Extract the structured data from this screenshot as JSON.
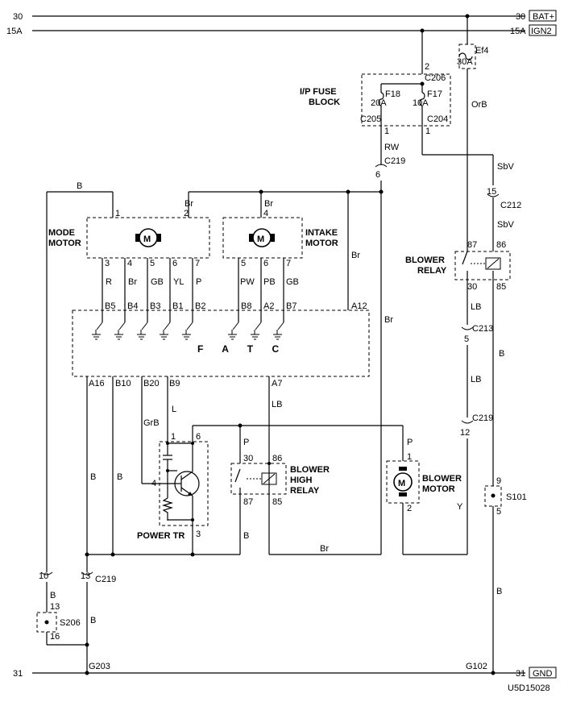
{
  "rails": {
    "top_30_left": "30",
    "top_30_right": "30",
    "bat": "BAT+",
    "top_15a_left": "15A",
    "top_15a_right": "15A",
    "ign": "IGN2",
    "bottom_31_left": "31",
    "bottom_31_right": "31",
    "gnd": "GND"
  },
  "fuses": {
    "ef4_label": "Ef4",
    "ef4_rating": "30A",
    "f18_label": "F18",
    "f18_rating": "20A",
    "f17_label": "F17",
    "f17_rating": "10A",
    "block_line1": "I/P FUSE",
    "block_line2": "BLOCK"
  },
  "connectors": {
    "c206": "C206",
    "c206_pin": "2",
    "c205": "C205",
    "c205_pin": "1",
    "c204": "C204",
    "c204_pin": "1",
    "c219a": "C219",
    "c219a_pin": "6",
    "c212": "C212",
    "c212_pin": "15",
    "c213": "C213",
    "c213_pin": "5",
    "c219b": "C219",
    "c219b_pin": "12",
    "c219c": "C219",
    "c219c_pin10": "10",
    "c219c_pin13": "13",
    "s206": "S206",
    "s206_pin13": "13",
    "s206_pin16": "16",
    "s101": "S101",
    "s101_pin9": "9",
    "s101_pin5": "5",
    "g203": "G203",
    "g102": "G102"
  },
  "wire_colors": {
    "orb": "OrB",
    "rw": "RW",
    "sbv1": "SbV",
    "sbv2": "SbV",
    "b_top": "B",
    "br_top1": "Br",
    "br_top2": "Br",
    "br_a12": "Br",
    "br_right": "Br",
    "lb1": "LB",
    "lb2": "LB",
    "b_relay": "B",
    "y": "Y",
    "b_s101": "B",
    "l": "L",
    "grb": "GrB",
    "lb_a7": "LB",
    "p1": "P",
    "p2": "P",
    "b_left1": "B",
    "b_left2": "B",
    "b_tr": "B",
    "br_bottom": "Br",
    "b_s206": "B"
  },
  "mode_motor": {
    "label1": "MODE",
    "label2": "MOTOR",
    "pin1": "1",
    "pin2": "2",
    "pins": [
      "3",
      "4",
      "5",
      "6",
      "7"
    ],
    "wires": [
      "R",
      "Br",
      "GB",
      "YL",
      "P"
    ]
  },
  "intake_motor": {
    "label1": "INTAKE",
    "label2": "MOTOR",
    "pin4": "4",
    "pins": [
      "5",
      "6",
      "7"
    ],
    "wires": [
      "PW",
      "PB",
      "GB"
    ]
  },
  "fatc": {
    "label": "F A T C",
    "top_pins": [
      "B5",
      "B4",
      "B3",
      "B1",
      "B2",
      "B8",
      "A2",
      "B7"
    ],
    "a12": "A12",
    "bottom_pins": [
      "A16",
      "B10",
      "B20",
      "B9",
      "A7"
    ]
  },
  "blower_relay": {
    "label1": "BLOWER",
    "label2": "RELAY",
    "p87": "87",
    "p86": "86",
    "p30": "30",
    "p85": "85"
  },
  "blower_high_relay": {
    "label1": "BLOWER",
    "label2": "HIGH",
    "label3": "RELAY",
    "p30": "30",
    "p86": "86",
    "p87": "87",
    "p85": "85"
  },
  "blower_motor": {
    "label1": "BLOWER",
    "label2": "MOTOR",
    "pin1": "1",
    "pin2": "2"
  },
  "power_tr": {
    "label": "POWER TR",
    "pin1": "1",
    "pin6": "6",
    "pin4": "4",
    "pin3": "3"
  },
  "motor_symbol": "M",
  "diagram_code": "U5D15028"
}
